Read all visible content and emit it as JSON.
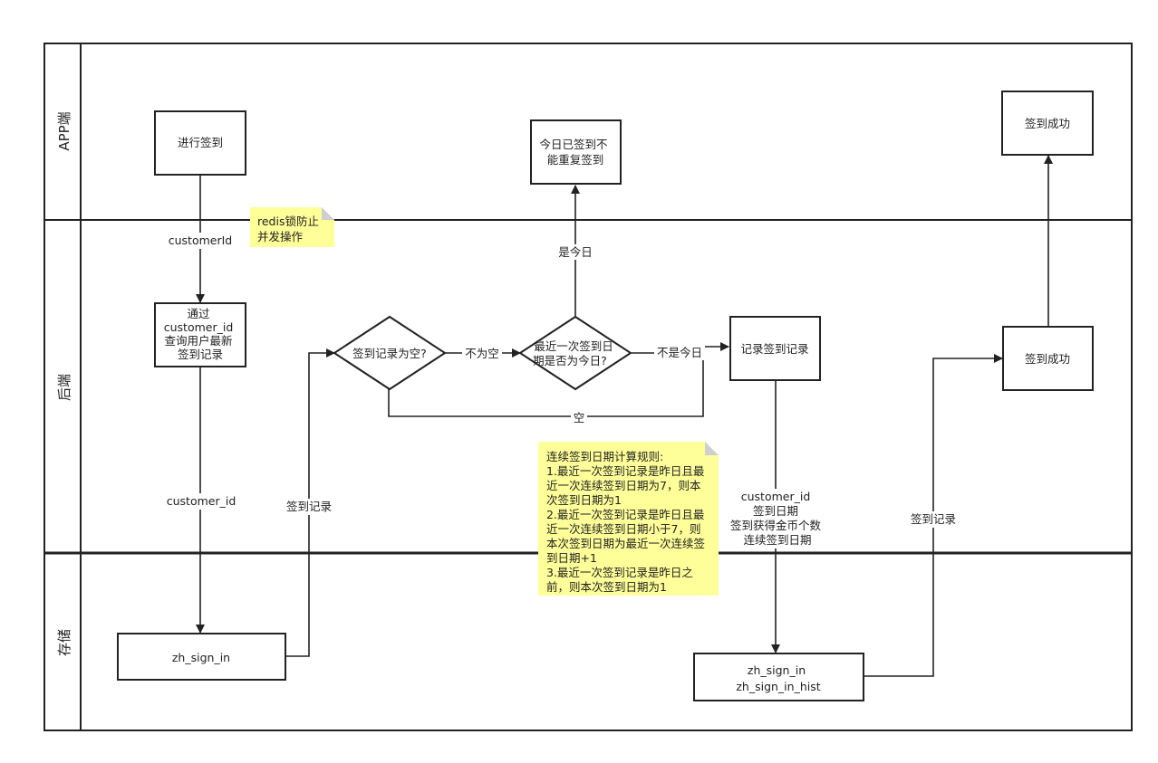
{
  "lanes": {
    "app": "APP端",
    "backend": "后端",
    "storage": "存储"
  },
  "nodes": {
    "checkin": "进行签到",
    "query_latest": [
      "通过",
      "customer_id",
      "查询用户最新",
      "签到记录"
    ],
    "record_empty_decision": "签到记录为空?",
    "latest_today_decision": [
      "最近一次签到日",
      "期是否为今日?"
    ],
    "already_signed": [
      "今日已签到不",
      "能重复签到"
    ],
    "write_record": "记录签到记录",
    "backend_success": "签到成功",
    "app_success": "签到成功",
    "zh_sign_in": "zh_sign_in",
    "zh_sign_in_both": [
      "zh_sign_in",
      "zh_sign_in_hist"
    ]
  },
  "edges": {
    "customerId": "customerId",
    "customer_id": "customer_id",
    "sign_record_left": "签到记录",
    "not_empty": "不为空",
    "empty": "空",
    "is_today": "是今日",
    "not_today": "不是今日",
    "write_fields": [
      "customer_id",
      "签到日期",
      "签到获得金币个数",
      "连续签到日期"
    ],
    "sign_record_right": "签到记录"
  },
  "notes": {
    "redis_lock": [
      "redis锁防止",
      "并发操作"
    ],
    "rules": [
      "连续签到日期计算规则:",
      "1.最近一次签到记录是昨日且最",
      "近一次连续签到日期为7，则本",
      "次签到日期为1",
      "2.最近一次签到记录是昨日且最",
      "近一次连续签到日期小于7，则",
      "本次签到日期为最近一次连续签",
      "到日期+1",
      "3.最近一次签到记录是昨日之",
      "前，则本次签到日期为1"
    ]
  },
  "colors": {
    "note_fill": "#ffff99",
    "line": "#222222"
  }
}
